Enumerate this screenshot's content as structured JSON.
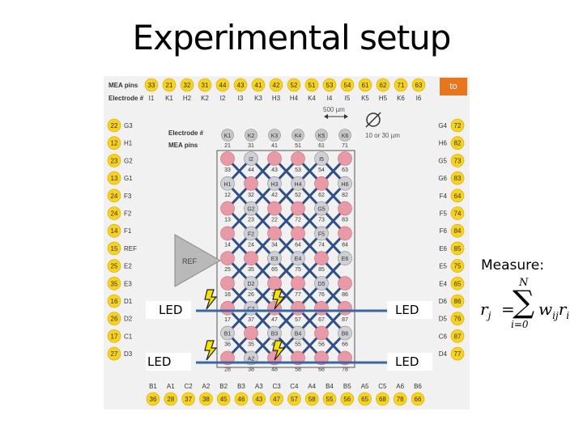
{
  "title": "Experimental setup",
  "header": {
    "mea_pins_label": "MEA pins",
    "electrode_label": "Electrode #",
    "top_pins": [
      "33",
      "21",
      "32",
      "31",
      "44",
      "43",
      "41",
      "42",
      "52",
      "51",
      "53",
      "54",
      "61",
      "62",
      "71",
      "63"
    ],
    "top_electrodes": [
      "I1",
      "K1",
      "H2",
      "K2",
      "I2",
      "I3",
      "K3",
      "H3",
      "H4",
      "K4",
      "I4",
      "I5",
      "K5",
      "H5",
      "K6",
      "I6"
    ],
    "orange_tab_text": "to"
  },
  "scale": {
    "bar_label": "500 µm",
    "diameter_label": "10 or 30 µm"
  },
  "legend": {
    "electrode_label": "Electrode #",
    "pins_label": "MEA pins"
  },
  "grid": {
    "header_electrodes": [
      "K1",
      "K2",
      "K3",
      "K4",
      "K5",
      "K6"
    ],
    "header_pins": [
      "21",
      "31",
      "41",
      "51",
      "61",
      "71"
    ],
    "rows": [
      {
        "electrodes": [
          "",
          "I2",
          "",
          "",
          "I5",
          ""
        ],
        "pins": [
          "33",
          "44",
          "43",
          "53",
          "54",
          "63"
        ]
      },
      {
        "electrodes": [
          "H1",
          "",
          "H3",
          "H4",
          "",
          "H6"
        ],
        "pins": [
          "12",
          "32",
          "42",
          "52",
          "62",
          "82"
        ]
      },
      {
        "electrodes": [
          "",
          "G2",
          "",
          "",
          "G5",
          ""
        ],
        "pins": [
          "13",
          "23",
          "22",
          "72",
          "73",
          "83"
        ]
      },
      {
        "electrodes": [
          "",
          "F2",
          "",
          "",
          "F5",
          ""
        ],
        "pins": [
          "14",
          "24",
          "34",
          "64",
          "74",
          "84"
        ]
      },
      {
        "electrodes": [
          "",
          "",
          "E3",
          "E4",
          "",
          "E6"
        ],
        "pins": [
          "25",
          "35",
          "65",
          "75",
          "85"
        ]
      },
      {
        "electrodes": [
          "",
          "D2",
          "",
          "",
          "D5",
          ""
        ],
        "pins": [
          "16",
          "26",
          "36",
          "77",
          "76",
          "86"
        ]
      },
      {
        "electrodes": [
          "",
          "C2",
          "",
          "",
          "",
          ""
        ],
        "pins": [
          "17",
          "37",
          "47",
          "57",
          "67",
          "87"
        ]
      },
      {
        "electrodes": [
          "B1",
          "",
          "B3",
          "B4",
          "",
          "B6"
        ],
        "pins": [
          "36",
          "35",
          "45",
          "55",
          "56",
          "66"
        ]
      },
      {
        "electrodes": [
          "",
          "A2",
          "",
          "",
          "",
          ""
        ],
        "pins": [
          "28",
          "38",
          "48",
          "58",
          "68",
          "78"
        ]
      }
    ]
  },
  "left_side": [
    {
      "pin": "22",
      "electrode": "G3"
    },
    {
      "pin": "12",
      "electrode": "H1"
    },
    {
      "pin": "23",
      "electrode": "G2"
    },
    {
      "pin": "13",
      "electrode": "G1"
    },
    {
      "pin": "24",
      "electrode": "F3"
    },
    {
      "pin": "24",
      "electrode": "F2"
    },
    {
      "pin": "14",
      "electrode": "F1"
    },
    {
      "pin": "15",
      "electrode": "REF"
    },
    {
      "pin": "25",
      "electrode": "E2"
    },
    {
      "pin": "35",
      "electrode": "E3"
    },
    {
      "pin": "16",
      "electrode": "D1"
    },
    {
      "pin": "26",
      "electrode": "D2"
    },
    {
      "pin": "17",
      "electrode": "C1"
    },
    {
      "pin": "27",
      "electrode": "D3"
    }
  ],
  "right_side": [
    {
      "electrode": "G4",
      "pin": "72"
    },
    {
      "electrode": "H6",
      "pin": "82"
    },
    {
      "electrode": "G5",
      "pin": "73"
    },
    {
      "electrode": "G6",
      "pin": "83"
    },
    {
      "electrode": "F4",
      "pin": "64"
    },
    {
      "electrode": "F5",
      "pin": "74"
    },
    {
      "electrode": "F6",
      "pin": "84"
    },
    {
      "electrode": "E6",
      "pin": "85"
    },
    {
      "electrode": "E5",
      "pin": "75"
    },
    {
      "electrode": "E4",
      "pin": "65"
    },
    {
      "electrode": "D6",
      "pin": "86"
    },
    {
      "electrode": "D5",
      "pin": "76"
    },
    {
      "electrode": "C6",
      "pin": "87"
    },
    {
      "electrode": "D4",
      "pin": "77"
    }
  ],
  "bottom": {
    "electrodes": [
      "B1",
      "A1",
      "C2",
      "A2",
      "B2",
      "B3",
      "A3",
      "C3",
      "C4",
      "A4",
      "B4",
      "B5",
      "A5",
      "C5",
      "A6",
      "B6"
    ],
    "pins": [
      "36",
      "28",
      "37",
      "38",
      "45",
      "46",
      "43",
      "47",
      "57",
      "58",
      "55",
      "56",
      "65",
      "68",
      "78",
      "66"
    ]
  },
  "ref_label": "REF",
  "led_labels": [
    "LED",
    "LED",
    "LED",
    "LED"
  ],
  "measure_label": "Measure:",
  "formula": {
    "lhs": "r",
    "lhs_sub": "j",
    "eq": "=",
    "upper": "N",
    "sigma": "∑",
    "lower": "i=0",
    "w": "w",
    "w_sub": "ij",
    "r": "r",
    "r_sub": "i"
  }
}
